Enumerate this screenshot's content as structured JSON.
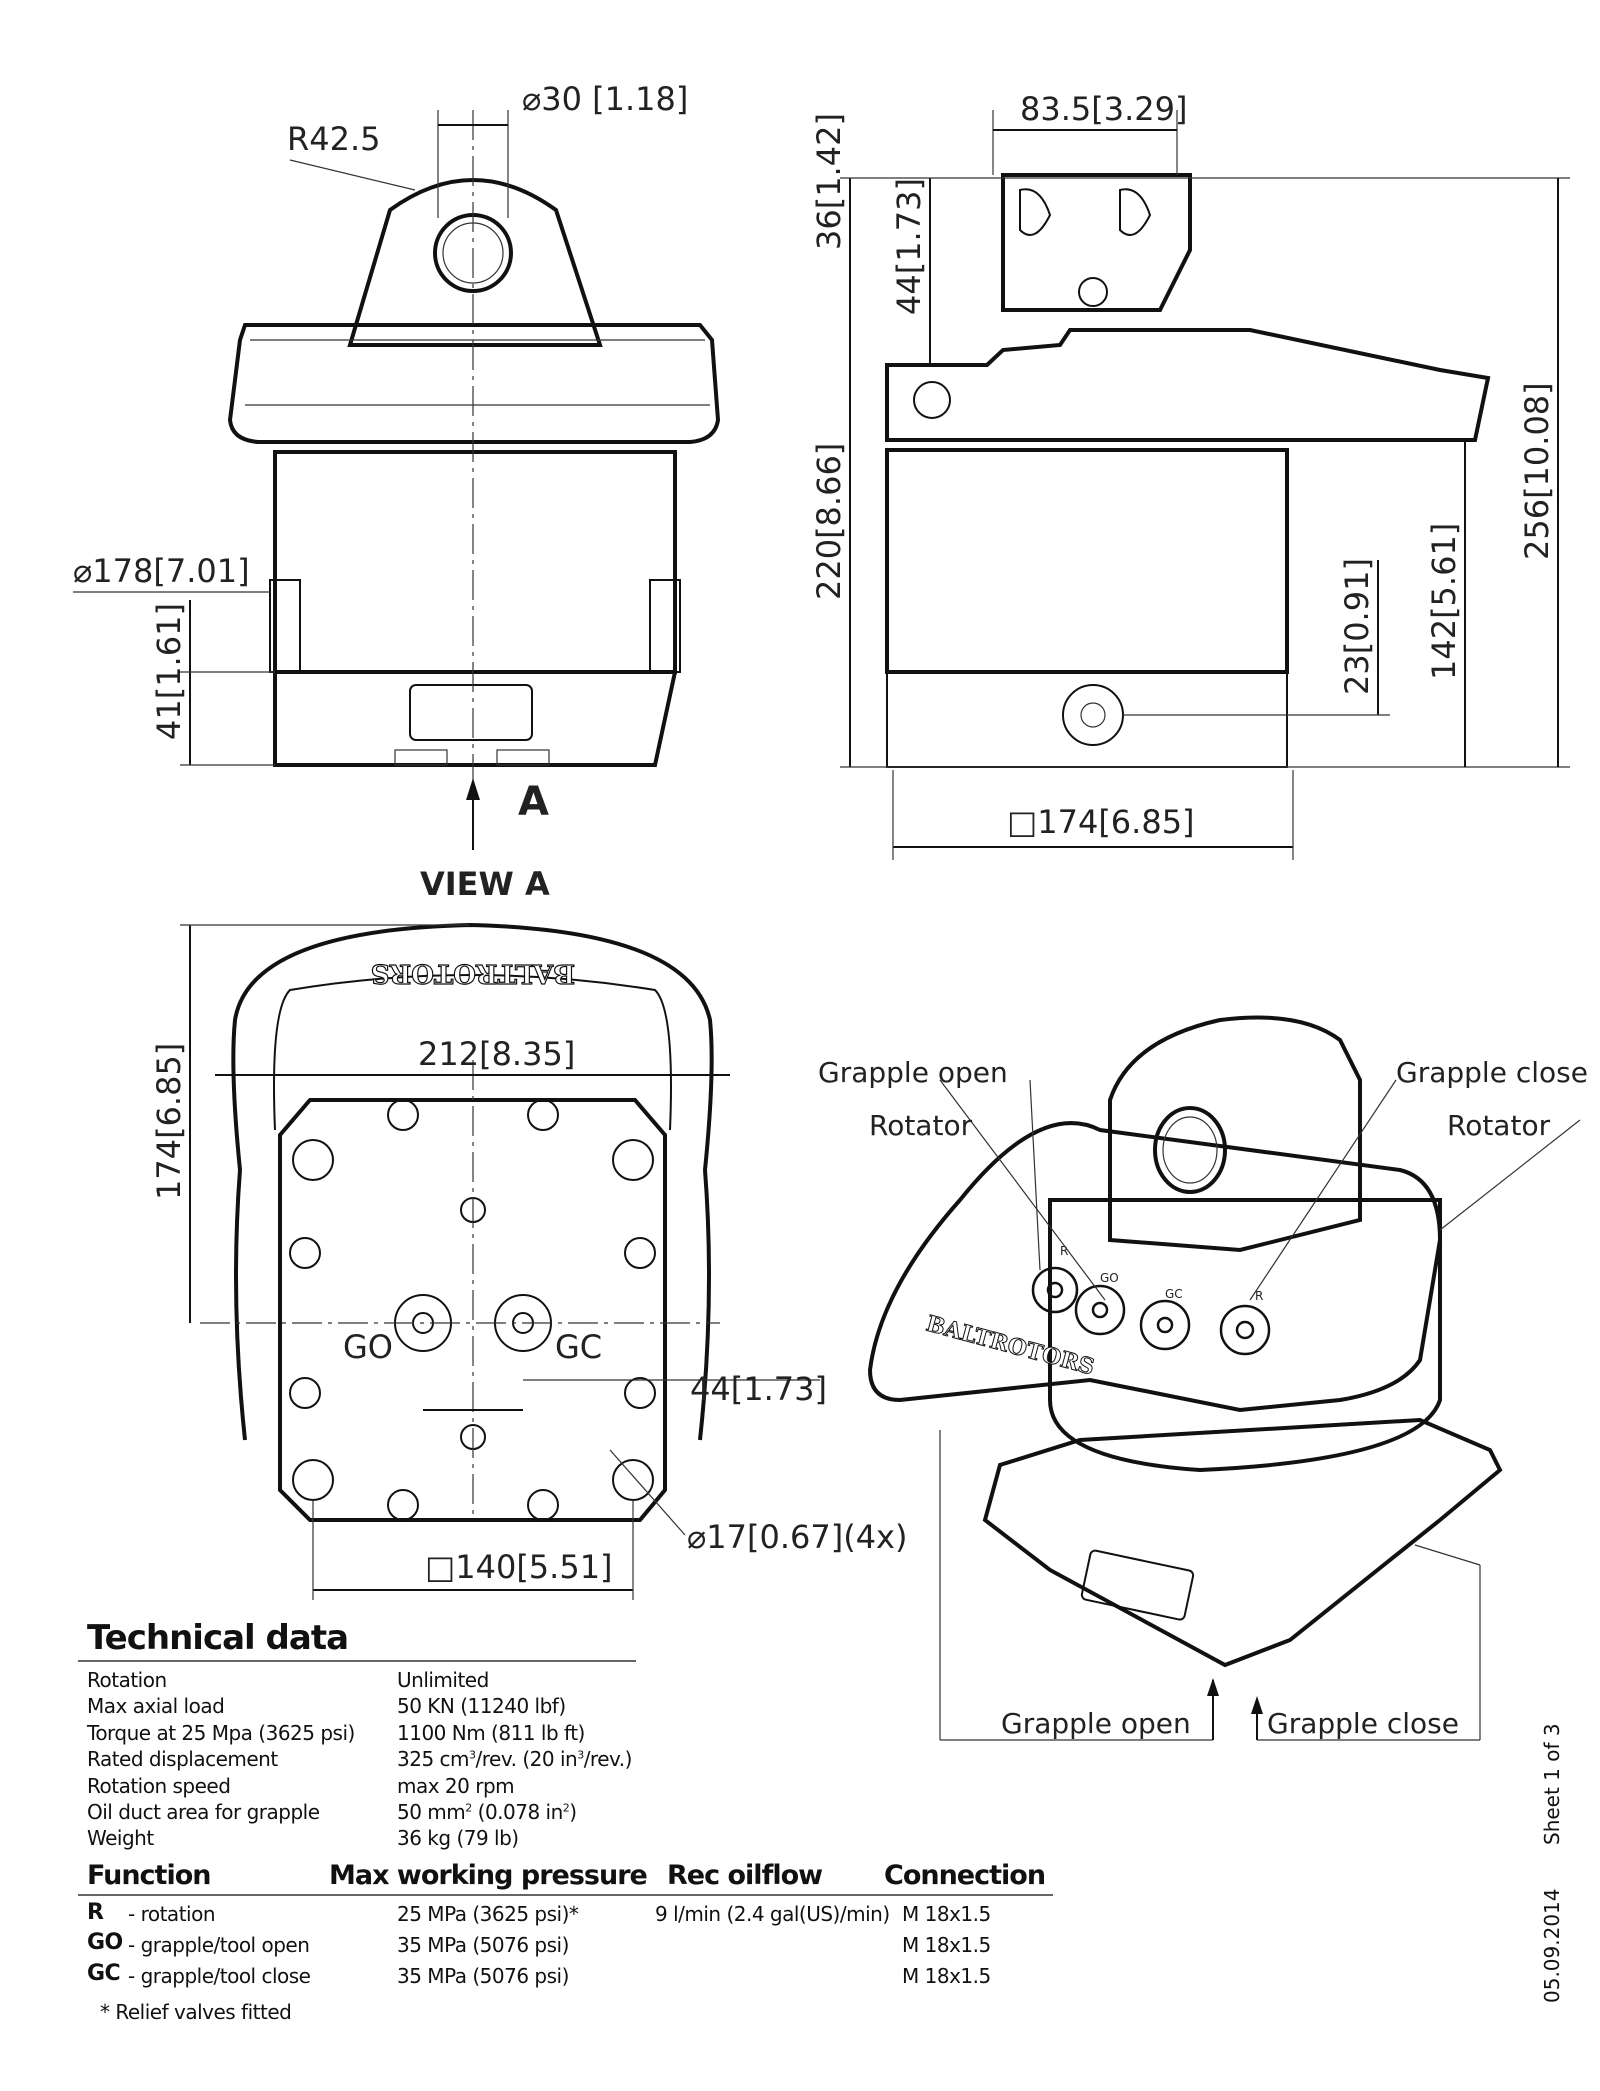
{
  "front_view": {
    "dims": {
      "pin_dia": "30",
      "pin_dia_in": "1.18",
      "radius": "R42.5",
      "body_dia": "178",
      "body_dia_in": "7.01",
      "base_h": "41",
      "base_h_in": "1.61"
    },
    "view_arrow_label": "A"
  },
  "side_view": {
    "dims": {
      "top_w": "83.5",
      "top_w_in": "3.29",
      "h36": "36",
      "h36_in": "1.42",
      "h44": "44",
      "h44_in": "1.73",
      "h220": "220",
      "h220_in": "8.66",
      "h256": "256",
      "h256_in": "10.08",
      "h142": "142",
      "h142_in": "5.61",
      "h23": "23",
      "h23_in": "0.91",
      "base_sq": "174",
      "base_sq_in": "6.85"
    }
  },
  "view_a": {
    "title": "VIEW A",
    "brand": "BALTROTORS",
    "dims": {
      "height": "174",
      "height_in": "6.85",
      "width": "212",
      "width_in": "8.35",
      "port_spacing": "44",
      "port_spacing_in": "1.73",
      "hole_dia": "17",
      "hole_dia_in": "0.67",
      "hole_count": "(4x)",
      "bolt_sq": "140",
      "bolt_sq_in": "5.51"
    },
    "ports": {
      "go": "GO",
      "gc": "GC"
    }
  },
  "iso_view": {
    "labels": {
      "grapple_open_top": "Grapple open",
      "grapple_close_top": "Grapple close",
      "rotator_left": "Rotator",
      "rotator_right": "Rotator",
      "grapple_open_bottom": "Grapple open",
      "grapple_close_bottom": "Grapple close"
    },
    "port_marks": [
      "R",
      "GO",
      "GC",
      "R"
    ],
    "brand": "BALTROTORS"
  },
  "technical_data": {
    "title": "Technical data",
    "rows": [
      {
        "label": "Rotation",
        "value": "Unlimited"
      },
      {
        "label": "Max axial load",
        "value": "50 KN (11240 lbf)"
      },
      {
        "label": "Torque at 25 Mpa (3625 psi)",
        "value": "1100 Nm (811 lb ft)"
      },
      {
        "label": "Rated displacement",
        "value_a": "325 cm",
        "sup_a": "3",
        "value_b": "/rev. (20 in",
        "sup_b": "3",
        "value_c": "/rev.)"
      },
      {
        "label": "Rotation speed",
        "value": "max 20 rpm"
      },
      {
        "label": "Oil duct area for grapple",
        "value_a": "50 mm",
        "sup_a": "2",
        "value_b": " (0.078 in",
        "sup_b": "2",
        "value_c": ")"
      },
      {
        "label": "Weight",
        "value": "36 kg (79 lb)"
      }
    ]
  },
  "function_table": {
    "headers": [
      "Function",
      "Max working pressure",
      "Rec oilflow",
      "Connection"
    ],
    "rows": [
      {
        "code": "R",
        "desc": "- rotation",
        "pressure": "25 MPa (3625 psi)*",
        "oilflow": "9 l/min (2.4 gal(US)/min)",
        "connection": "M 18x1.5"
      },
      {
        "code": "GO",
        "desc": "- grapple/tool open",
        "pressure": "35 MPa (5076 psi)",
        "oilflow": "",
        "connection": "M 18x1.5"
      },
      {
        "code": "GC",
        "desc": "- grapple/tool close",
        "pressure": "35 MPa (5076 psi)",
        "oilflow": "",
        "connection": "M 18x1.5"
      }
    ],
    "footnote": "* Relief valves fitted"
  },
  "sheet": {
    "number": "Sheet 1 of 3",
    "date": "05.09.2014"
  }
}
